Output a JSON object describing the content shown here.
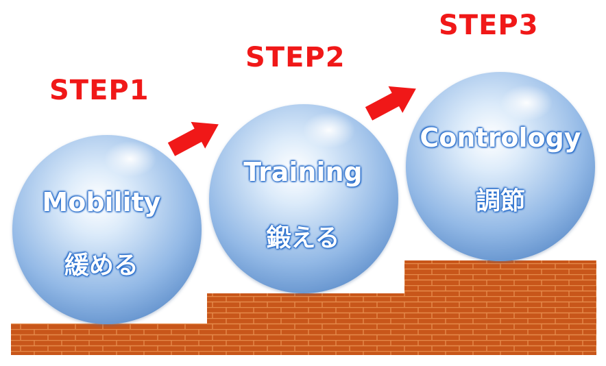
{
  "steps": [
    {
      "title": "STEP1",
      "label_en": "Mobility",
      "label_jp": "緩める"
    },
    {
      "title": "STEP2",
      "label_en": "Training",
      "label_jp": "鍛える"
    },
    {
      "title": "STEP3",
      "label_en": "Contrology",
      "label_jp": "調節"
    }
  ],
  "colors": {
    "step_title": "#f01818",
    "arrow": "#f01818",
    "brick": "#c8561a",
    "mortar": "#e58a4a",
    "ball_light": "#e6f1fb",
    "ball_dark": "#6f9ed6",
    "label_glow": "#1f6bd0"
  },
  "icons": [
    "ball-icon",
    "arrow-right-icon",
    "brick-stair-icon"
  ]
}
